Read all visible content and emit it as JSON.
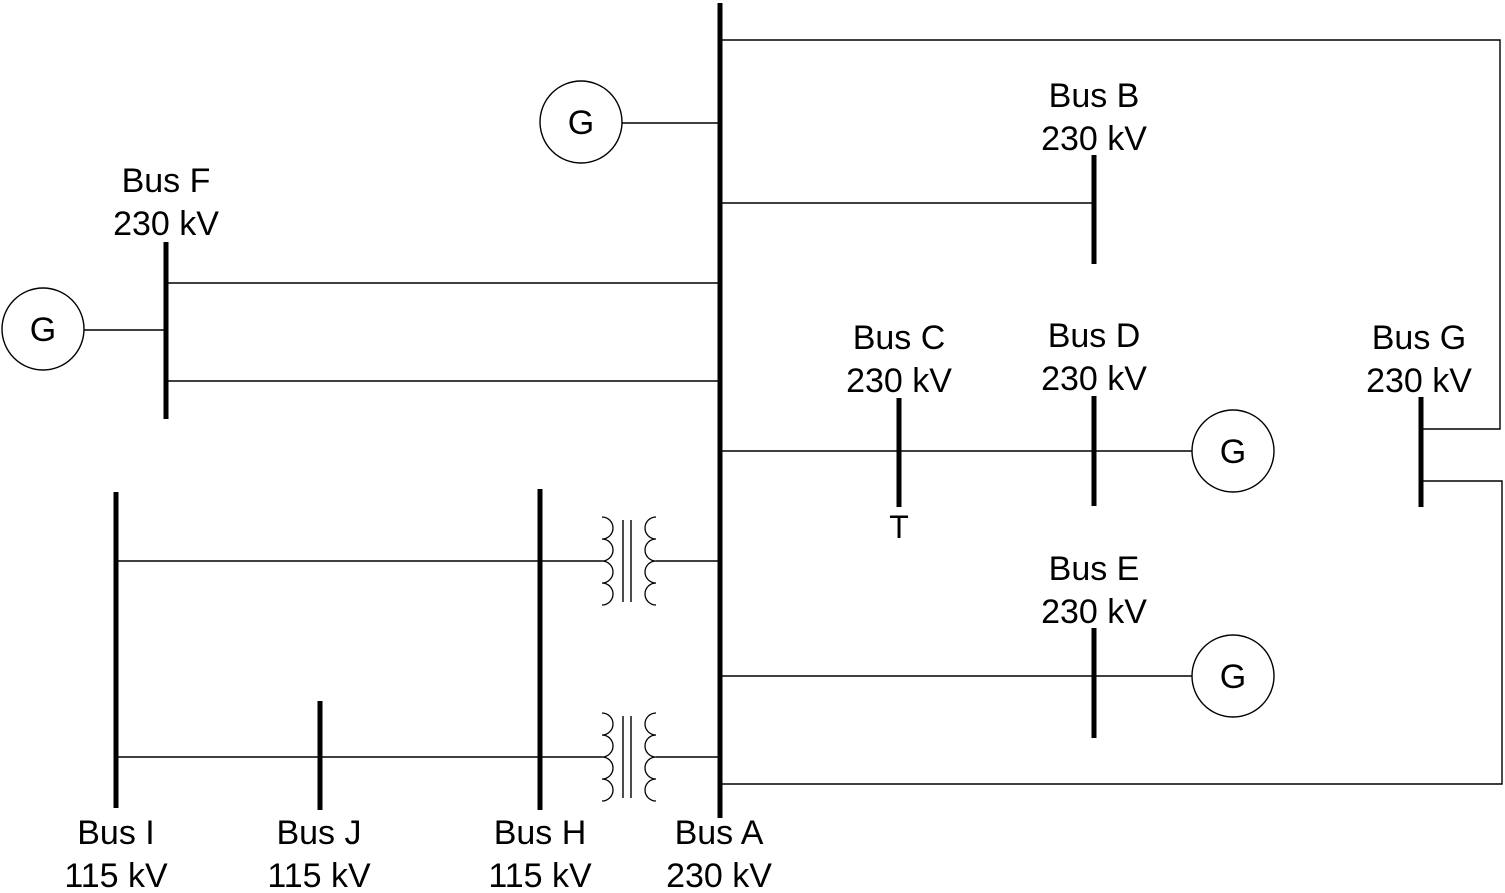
{
  "buses": {
    "A": {
      "name": "Bus A",
      "voltage": "230 kV"
    },
    "B": {
      "name": "Bus B",
      "voltage": "230 kV"
    },
    "C": {
      "name": "Bus C",
      "voltage": "230 kV"
    },
    "D": {
      "name": "Bus D",
      "voltage": "230 kV"
    },
    "E": {
      "name": "Bus E",
      "voltage": "230 kV"
    },
    "F": {
      "name": "Bus F",
      "voltage": "230 kV"
    },
    "G": {
      "name": "Bus G",
      "voltage": "230 kV"
    },
    "H": {
      "name": "Bus H",
      "voltage": "115 kV"
    },
    "I": {
      "name": "Bus I",
      "voltage": "115 kV"
    },
    "J": {
      "name": "Bus J",
      "voltage": "115 kV"
    }
  },
  "generator_symbol": "G",
  "terminal_symbol": "T"
}
